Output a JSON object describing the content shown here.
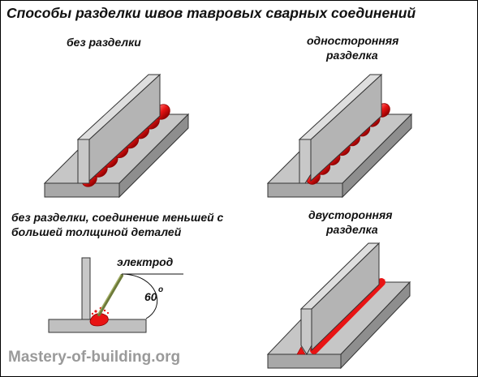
{
  "title": "Способы разделки швов тавровых сварных соединений",
  "captions": {
    "no_groove": "без разделки",
    "single_groove_line1": "односторонняя",
    "single_groove_line2": "разделка",
    "thin_to_thick_line1": "без разделки, соединение меньшей с",
    "thin_to_thick_line2": "большей толщиной деталей",
    "double_groove_line1": "двусторонняя",
    "double_groove_line2": "разделка"
  },
  "electrode_label": "электрод",
  "angle_label": "60",
  "degree_mark": "o",
  "watermark": "Mastery-of-building.org",
  "colors": {
    "steel_top": "#c6c6c6",
    "steel_side": "#9c9c9c",
    "steel_dark": "#7a7a7a",
    "weld_red": "#e81414",
    "weld_dark": "#8e0000",
    "electrode": "#6d7a3a",
    "watermark": "#9a9a9a"
  }
}
